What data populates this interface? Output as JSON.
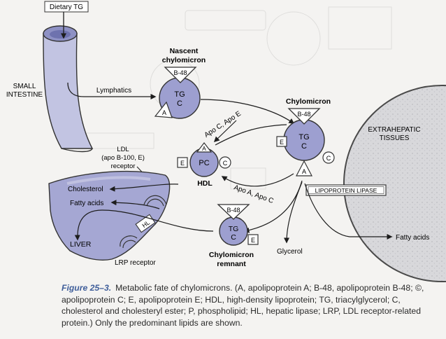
{
  "labels": {
    "dietary_tg": "Dietary TG",
    "small_intestine": [
      "SMALL",
      "INTESTINE"
    ],
    "lymphatics": "Lymphatics",
    "nascent": [
      "Nascent",
      "chylomicron"
    ],
    "apo_ce": "Apo C, Apo E",
    "chylomicron": "Chylomicron",
    "extrahepatic": [
      "EXTRAHEPATIC",
      "TISSUES"
    ],
    "ldl_receptor": [
      "LDL",
      "(apo B-100, E)",
      "receptor"
    ],
    "hdl": "HDL",
    "apo_ac": "Apo A, Apo C",
    "lipoprotein_lipase": "LIPOPROTEIN LIPASE",
    "cholesterol": "Cholesterol",
    "fatty_acids_liver": "Fatty acids",
    "hl": "HL",
    "liver": "LIVER",
    "lrp_receptor": "LRP receptor",
    "remnant": [
      "Chylomicron",
      "remnant"
    ],
    "glycerol": "Glycerol",
    "fatty_acids_out": "Fatty acids"
  },
  "particles": {
    "nascent": {
      "core": [
        "TG",
        "C"
      ],
      "top": "B-48",
      "side": "A"
    },
    "chylomicron": {
      "core": [
        "TG",
        "C"
      ],
      "top": "B-48",
      "left": "E",
      "right": "C",
      "bottom": "A"
    },
    "hdl": {
      "core": "PC",
      "top": "A",
      "left": "E",
      "right": "C"
    },
    "remnant": {
      "core": [
        "TG",
        "C"
      ],
      "top": "B-48",
      "right": "E"
    }
  },
  "caption": {
    "figure": "Figure 25–3.",
    "text": "Metabolic fate of chylomicrons. (A, apolipoprotein A; B-48, apolipoprotein B-48; ©, apolipoprotein C; E, apolipoprotein E; HDL, high-density lipoprotein; TG, triacylglycerol; C, cholesterol and cholesteryl ester; P, phospholipid; HL, hepatic lipase; LRP, LDL receptor-related protein.) Only the predominant lipids are shown."
  },
  "colors": {
    "particle": "#9d9fd0",
    "liver": "#a5a7d3",
    "intestine": "#c4c6e3",
    "tissue": "#d7d7da",
    "caption_figure": "#3f5e9a"
  }
}
